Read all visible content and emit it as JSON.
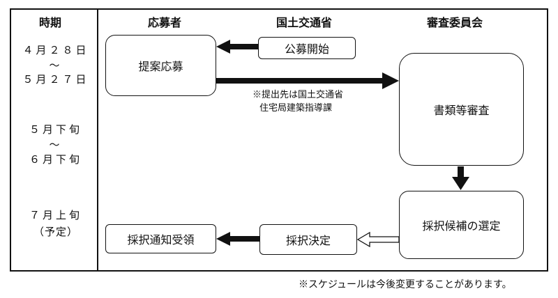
{
  "headers": {
    "period": "時期",
    "applicant": "応募者",
    "mlit": "国土交通省",
    "committee": "審査委員会"
  },
  "periods": {
    "p1_start": "４月２８日",
    "p1_tilde": "～",
    "p1_end": "５月２７日",
    "p2_start": "５月下旬",
    "p2_tilde": "～",
    "p2_end": "６月下旬",
    "p3": "７月上旬",
    "p3_note": "（予定）"
  },
  "nodes": {
    "recruitment_start": "公募開始",
    "proposal_application": "提案応募",
    "document_review": "書類等審査",
    "candidate_selection": "採択候補の選定",
    "adoption_decision": "採択決定",
    "adoption_notice": "採択通知受領"
  },
  "submission_note": {
    "line1": "※提出先は国土交通省",
    "line2": "住宅局建築指導課"
  },
  "footer_note": "※スケジュールは今後変更することがあります。"
}
